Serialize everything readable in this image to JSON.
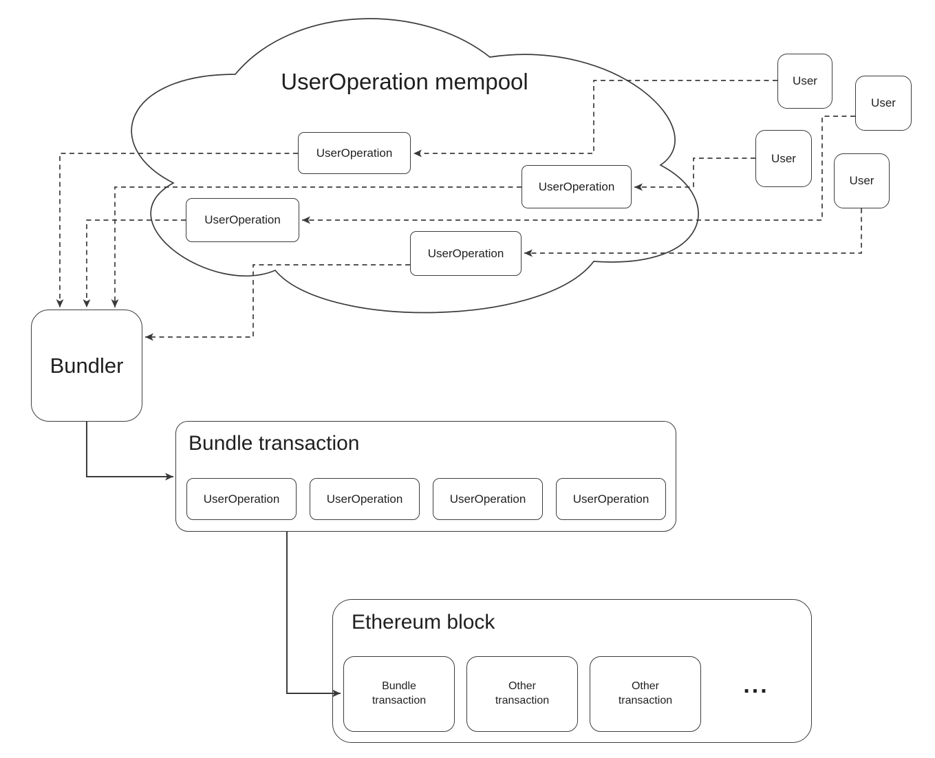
{
  "mempool": {
    "title": "UserOperation mempool",
    "user_operations": [
      {
        "label": "UserOperation"
      },
      {
        "label": "UserOperation"
      },
      {
        "label": "UserOperation"
      },
      {
        "label": "UserOperation"
      }
    ]
  },
  "users": [
    {
      "label": "User"
    },
    {
      "label": "User"
    },
    {
      "label": "User"
    },
    {
      "label": "User"
    }
  ],
  "bundler": {
    "label": "Bundler"
  },
  "bundle_transaction": {
    "title": "Bundle transaction",
    "user_operations": [
      {
        "label": "UserOperation"
      },
      {
        "label": "UserOperation"
      },
      {
        "label": "UserOperation"
      },
      {
        "label": "UserOperation"
      }
    ]
  },
  "ethereum_block": {
    "title": "Ethereum block",
    "transactions": [
      {
        "label": "Bundle transaction"
      },
      {
        "label": "Other transaction"
      },
      {
        "label": "Other transaction"
      }
    ],
    "ellipsis": "..."
  },
  "colors": {
    "stroke": "#3a3a3a",
    "text": "#1f1f1f",
    "background": "#ffffff"
  }
}
